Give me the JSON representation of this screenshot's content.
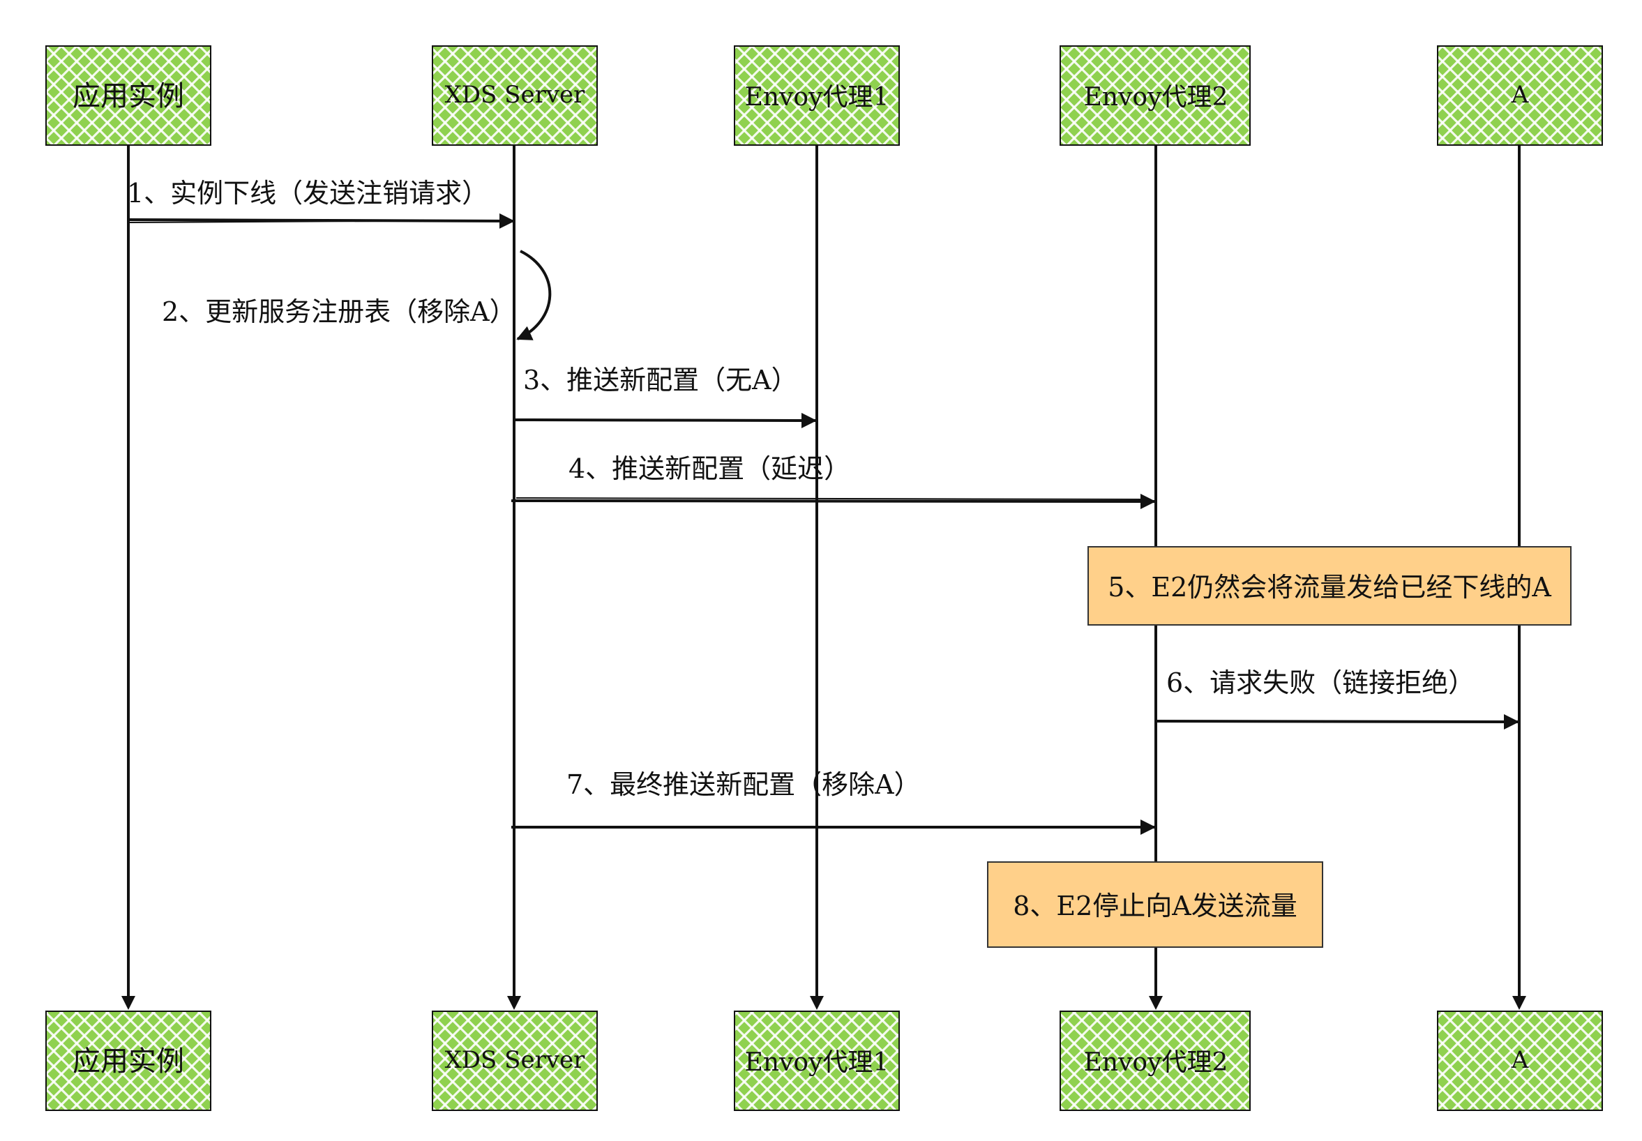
{
  "actors": [
    {
      "id": "app",
      "label": "应用实例"
    },
    {
      "id": "xds",
      "label": "XDS Server"
    },
    {
      "id": "envoy1",
      "label": "Envoy代理1"
    },
    {
      "id": "envoy2",
      "label": "Envoy代理2"
    },
    {
      "id": "a",
      "label": "A"
    }
  ],
  "messages": [
    {
      "from": "app",
      "to": "xds",
      "label": "1、实例下线（发送注销请求）"
    },
    {
      "from": "xds",
      "to": "xds",
      "label": "2、更新服务注册表（移除A）"
    },
    {
      "from": "xds",
      "to": "envoy1",
      "label": "3、推送新配置（无A）"
    },
    {
      "from": "xds",
      "to": "envoy2",
      "label": "4、推送新配置（延迟）"
    },
    {
      "from": "envoy2",
      "to": "a",
      "label": "6、请求失败（链接拒绝）"
    },
    {
      "from": "xds",
      "to": "envoy2",
      "label": "7、最终推送新配置（移除A）"
    }
  ],
  "notes": [
    {
      "label": "5、E2仍然会将流量发给已经下线的A"
    },
    {
      "label": "8、E2停止向A发送流量"
    }
  ],
  "colors": {
    "actor_fill": "#8fd14f",
    "actor_hatch": "#ffffff",
    "note_fill": "#ffd08a",
    "line": "#111111"
  }
}
